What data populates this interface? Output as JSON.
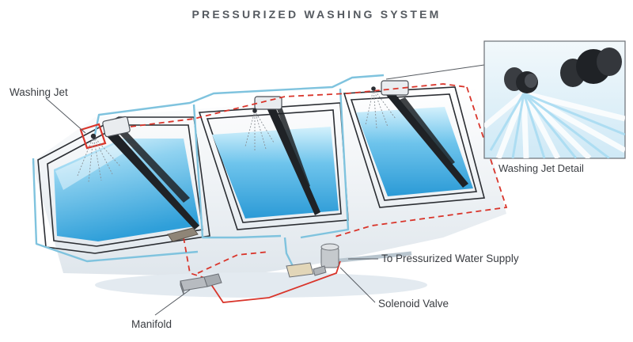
{
  "title": "PRESSURIZED WASHING SYSTEM",
  "labels": {
    "washing_jet": "Washing Jet",
    "jet_detail": "Washing Jet Detail",
    "water_supply": "To Pressurized Water Supply",
    "solenoid_valve": "Solenoid Valve",
    "manifold": "Manifold"
  },
  "colors": {
    "water_pipe": "#7fc3de",
    "electric_line": "#d9352b",
    "glass_light": "#cfeefb",
    "glass_dark": "#3aa9df",
    "wiper": "#1f2226",
    "frame": "#2b2e33",
    "label": "#3a3d42"
  }
}
